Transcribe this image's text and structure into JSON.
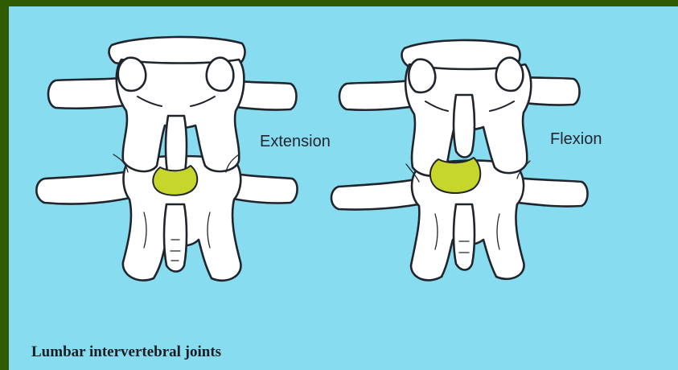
{
  "labels": {
    "extension": "Extension",
    "flexion": "Flexion"
  },
  "caption": "Lumbar intervertebral joints",
  "colors": {
    "frame": "#2f5c00",
    "background": "#87dcef",
    "bone": "#ffffff",
    "ligament_flavum": "#c7d62b",
    "outline": "#20242c"
  }
}
